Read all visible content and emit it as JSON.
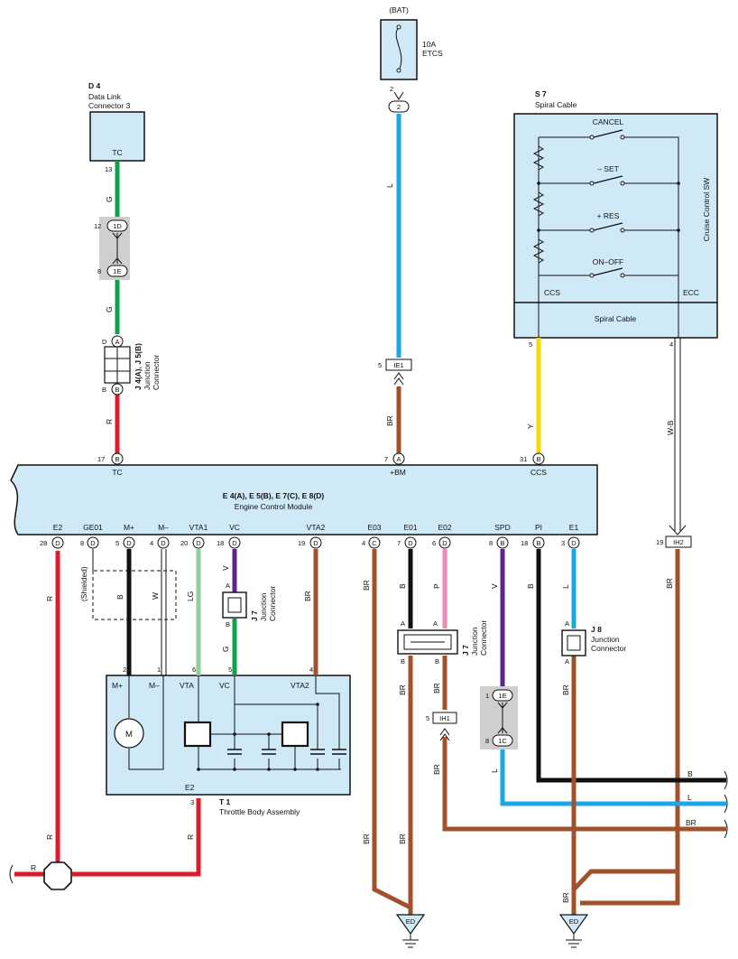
{
  "colors": {
    "green": "#12a14b",
    "red": "#e01b2b",
    "blue": "#1ca6e6",
    "brown": "#a0522d",
    "black": "#111111",
    "yellow": "#f5d90a",
    "violet": "#5b2690",
    "pink": "#f08ab8",
    "lightgreen": "#8fd09b",
    "box": "#cfe9f7"
  },
  "labels": {
    "bat": "(BAT)",
    "fuse_amp": "10A",
    "fuse_name": "ETCS",
    "d4_ref": "D 4",
    "d4_name1": "Data Link",
    "d4_name2": "Connector 3",
    "d4_tc": "TC",
    "s7_ref": "S 7",
    "s7_name": "Spiral Cable",
    "cancel": "CANCEL",
    "set": "– SET",
    "res": "+ RES",
    "onoff": "ON–OFF",
    "ccs_sw": "CCS",
    "ecc_sw": "ECC",
    "cruise_sw": "Cruise Control SW",
    "spiral_cable": "Spiral Cable",
    "j45": "J 4(A), J 5(B)",
    "junction": "Junction",
    "connector": "Connector",
    "j7": "J 7",
    "j8": "J 8",
    "ecm_title": "E 4(A), E 5(B), E 7(C), E 8(D)",
    "ecm_name": "Engine Control Module",
    "ecm_tc": "TC",
    "ecm_bm": "+BM",
    "ecm_ccs": "CCS",
    "ecm_e2": "E2",
    "ecm_ge01": "GE01",
    "ecm_mp": "M+",
    "ecm_mm": "M–",
    "ecm_vta1": "VTA1",
    "ecm_vc": "VC",
    "ecm_vta2": "VTA2",
    "ecm_e03": "E03",
    "ecm_e01": "E01",
    "ecm_e02": "E02",
    "ecm_spd": "SPD",
    "ecm_pi": "PI",
    "ecm_e1": "E1",
    "t1_ref": "T 1",
    "t1_name": "Throttle Body Assembly",
    "t1_mp": "M+",
    "t1_mm": "M–",
    "t1_vta": "VTA",
    "t1_vc": "VC",
    "t1_vta2": "VTA2",
    "t1_e2": "E2",
    "motor": "M",
    "shielded": "(Shielded)",
    "ed": "ED"
  },
  "wire_codes": {
    "g": "G",
    "r": "R",
    "l": "L",
    "br": "BR",
    "y": "Y",
    "wb": "W-B",
    "b": "B",
    "w": "W",
    "lg": "LG",
    "v": "V",
    "p": "P"
  },
  "pins": {
    "p2": "2",
    "p13": "13",
    "p12": "12",
    "p8": "8",
    "p17": "17",
    "p5": "5",
    "p7": "7",
    "p31": "31",
    "p4": "4",
    "p19": "19",
    "p28": "28",
    "p20": "20",
    "p18": "18",
    "p6": "6",
    "p3": "3",
    "p1": "1"
  },
  "conn": {
    "c2": "2",
    "c1d": "1D",
    "c1e": "1E",
    "cie1": "IE1",
    "cih1": "IH1",
    "cih2": "IH2",
    "c1c": "1C",
    "a": "A",
    "b": "B",
    "c": "C",
    "d": "D"
  }
}
